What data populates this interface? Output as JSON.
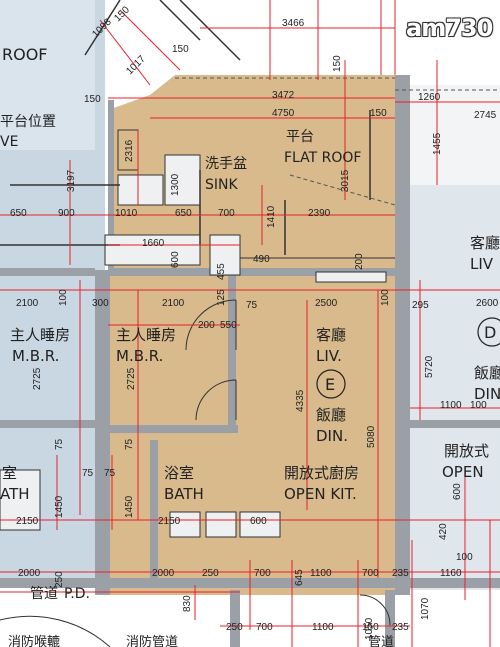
{
  "colors": {
    "unit_fill": "#d8ba8c",
    "left_fill": "#c9d7e2",
    "right_fill": "#dfe6ec",
    "wall": "#9aa0a6",
    "dimension": "#e8202a",
    "ink": "#222222"
  },
  "watermark": "am730",
  "labels": {
    "roof_left": "ROOF",
    "platform_pos_zh": "平台位置",
    "platform_pos_en": "VE",
    "platform_zh": "平台",
    "platform_en": "FLAT ROOF",
    "sink_zh": "洗手盆",
    "sink_en": "SINK",
    "mbr_left_zh": "主人睡房",
    "mbr_left_en": "M.B.R.",
    "mbr_zh": "主人睡房",
    "mbr_en": "M.B.R.",
    "liv_zh": "客廳",
    "liv_en": "LIV.",
    "unit_letter": "E",
    "din_zh": "飯廳",
    "din_en": "DIN.",
    "bath_left_zh": "室",
    "bath_left_en": "ATH",
    "bath_zh": "浴室",
    "bath_en": "BATH",
    "kit_zh": "開放式廚房",
    "kit_en": "OPEN KIT.",
    "right_liv_zh": "客廳",
    "right_liv_en": "LIV",
    "right_letter": "D",
    "right_din_zh": "飯廳",
    "right_din_en": "DIN",
    "right_open_zh": "開放式",
    "right_open_en": "OPEN",
    "duct_zh": "管道",
    "duct_en": "P.D.",
    "fire_zh": "消防喉轆",
    "fire_pipe_zh": "消防管道",
    "pipe_bottom_zh": "管道"
  },
  "dims": {
    "d3466": "3466",
    "d1098": "1098",
    "d1017": "1017",
    "d150a": "150",
    "d150b": "150",
    "d150c": "150",
    "d3472": "3472",
    "d4750": "4750",
    "d150d": "150",
    "d150e": "150",
    "d1260": "1260",
    "d2745": "2745",
    "d2316": "2316",
    "d3197": "3197",
    "d1300": "1300",
    "d3015": "3015",
    "d1455": "1455",
    "d650a": "650",
    "d900": "900",
    "d1010": "1010",
    "d650b": "650",
    "d700a": "700",
    "d1410": "1410",
    "d2390": "2390",
    "d1660": "1660",
    "d600a": "600",
    "d455": "455",
    "d490": "490",
    "d200a": "200",
    "d295": "295",
    "d2100a": "2100",
    "d100a": "100",
    "d300": "300",
    "d2100b": "2100",
    "d125": "125",
    "d75a": "75",
    "d2500": "2500",
    "d100b": "100",
    "d2600": "2600",
    "d200b": "200",
    "d550": "550",
    "d2725a": "2725",
    "d2725b": "2725",
    "d4335": "4335",
    "d5080": "5080",
    "d5720": "5720",
    "d1100a": "1100",
    "d100c": "100",
    "d75b": "75",
    "d75c": "75",
    "d75d": "75",
    "d75e": "75",
    "d1450a": "1450",
    "d1450b": "1450",
    "d2150a": "2150",
    "d2150b": "2150",
    "d600b": "600",
    "d420": "420",
    "d600c": "600",
    "d2000a": "2000",
    "d250a": "250",
    "d2000b": "2000",
    "d250b": "250",
    "d700b": "700",
    "d645": "645",
    "d1100b": "1100",
    "d700c": "700",
    "d235a": "235",
    "d100d": "100",
    "d1160": "1160",
    "d1070": "1070",
    "d830": "830",
    "d250c": "250",
    "d700d": "700",
    "d1100c": "1100",
    "d150f": "150",
    "d235b": "235",
    "d1050": "1050"
  }
}
